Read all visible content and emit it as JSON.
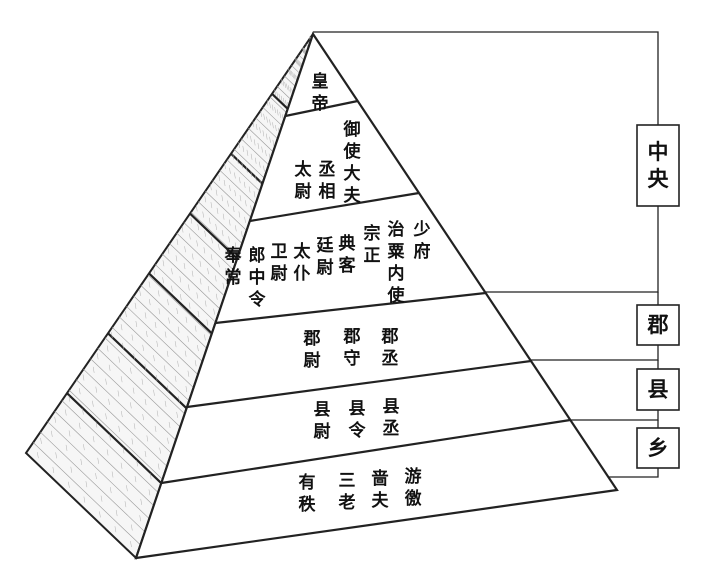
{
  "pyramid": {
    "tiers": [
      {
        "level": "emperor",
        "columns": [
          "皇帝"
        ]
      },
      {
        "level": "three-excellencies",
        "columns": [
          "御使大夫",
          "丞相",
          "太尉"
        ]
      },
      {
        "level": "nine-ministers",
        "columns": [
          "少府",
          "治粟内使",
          "宗正",
          "典客",
          "廷尉",
          "太仆",
          "卫尉",
          "郎中令",
          "奉常"
        ]
      },
      {
        "level": "commandery",
        "columns": [
          "郡丞",
          "郡守",
          "郡尉"
        ]
      },
      {
        "level": "county",
        "columns": [
          "县丞",
          "县令",
          "县尉"
        ]
      },
      {
        "level": "township",
        "columns": [
          "游徼",
          "啬夫",
          "三老",
          "有秩"
        ]
      }
    ]
  },
  "levels": {
    "central": "中央",
    "commandery": "郡",
    "county": "县",
    "township": "乡"
  }
}
